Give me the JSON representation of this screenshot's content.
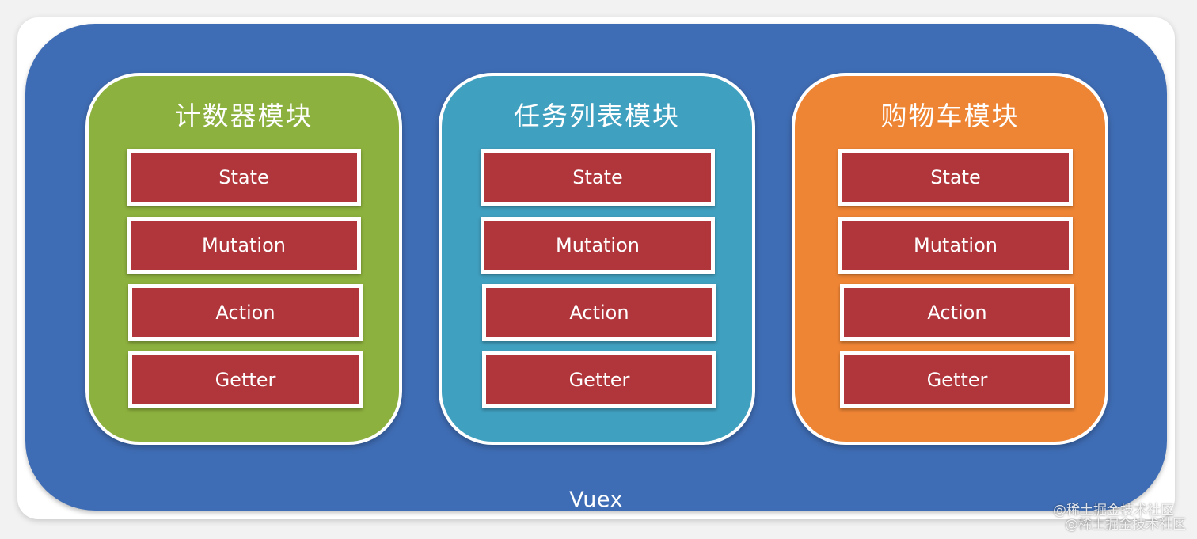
{
  "vuex": {
    "label": "Vuex",
    "color": "#3f6db5"
  },
  "modules": [
    {
      "title": "计数器模块",
      "color": "#8db13e",
      "items": [
        "State",
        "Mutation",
        "Action",
        "Getter"
      ]
    },
    {
      "title": "任务列表模块",
      "color": "#40a0c0",
      "items": [
        "State",
        "Mutation",
        "Action",
        "Getter"
      ]
    },
    {
      "title": "购物车模块",
      "color": "#ee8535",
      "items": [
        "State",
        "Mutation",
        "Action",
        "Getter"
      ]
    }
  ],
  "item_color": "#b0363c",
  "watermark": "@稀土掘金技术社区"
}
